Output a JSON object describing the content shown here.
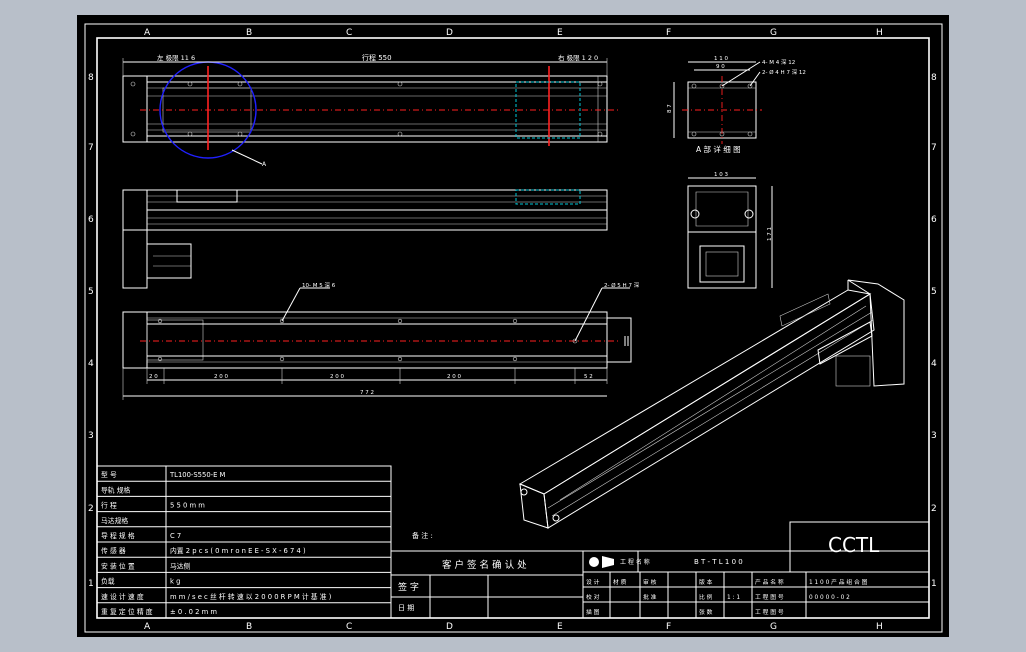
{
  "border": {
    "columns": [
      "A",
      "B",
      "C",
      "D",
      "E",
      "F",
      "G",
      "H"
    ],
    "rows": [
      "8",
      "7",
      "6",
      "5",
      "4",
      "3",
      "2",
      "1"
    ]
  },
  "top_view": {
    "left_limit": "左 极限 11 6",
    "stroke": "行程 550",
    "right_limit": "右 极限 1 2 0",
    "detail_tag": "A"
  },
  "bottom_view": {
    "hole_note_left": "10- M 5 深 6",
    "hole_note_right": "2- Ø 5 H 7 深",
    "dims": [
      "2 0",
      "2 0 0",
      "2 0 0",
      "2 0 0",
      "5 2"
    ],
    "overall": "7 7 2"
  },
  "detail_a": {
    "caption": "A 部 详 细 图",
    "dim_top_outer": "1 1 0",
    "dim_top_inner": "9 0",
    "dim_side": "8 7",
    "note_1": "4- M 4 深 12",
    "note_2": "2- Ø 4 H 7 深 12"
  },
  "end_view": {
    "dim_top": "1 0 3",
    "dim_side": "1 7 1"
  },
  "notes_label": "备 注 :",
  "spec_table": {
    "rows": [
      {
        "label": "型 号",
        "value": "TL100-S550-E M"
      },
      {
        "label": "导轨 规格",
        "value": ""
      },
      {
        "label": "行 程",
        "value": "5 5 0 m m"
      },
      {
        "label": "马达规格",
        "value": ""
      },
      {
        "label": "导 程 规 格",
        "value": "C 7"
      },
      {
        "label": "传 感 器",
        "value": "内置 2 p c s ( 0 m r o n E E - S X - 6 7 4 )"
      },
      {
        "label": "安 装 位 置",
        "value": "马达侧"
      },
      {
        "label": "负载",
        "value": "k g"
      },
      {
        "label": "速 设 计 速 度",
        "value": "m m / s e c  丝 杆 转 速 以 2 0 0 0 R P M 计 基 准 )"
      },
      {
        "label": "重 复 定 位 精 度",
        "value": "± 0 . 0 2 m m"
      }
    ]
  },
  "confirm_block": {
    "title": "客 户 签 名 确 认 处",
    "sign_label": "签 字",
    "date_label": "日 期"
  },
  "title_block": {
    "project_label": "工 程 名 称",
    "project_value": "B T - T L 1 0 0",
    "company": "CCTL",
    "rows": [
      {
        "c1": "设 计",
        "c2": "材 质",
        "c3": "审 核",
        "c4": "",
        "c5": "版 本",
        "c6": "",
        "c7": "产 品 名 称",
        "c8": "1 1 0 0 产 品 组 合 图"
      },
      {
        "c1": "校 对",
        "c2": "",
        "c3": "批 准",
        "c4": "",
        "c5": "比 例",
        "c6": "1 : 1",
        "c7": "工 程 图 号",
        "c8": "0 0 0 0 0 - 0 2"
      },
      {
        "c1": "描 图",
        "c2": "",
        "c3": "",
        "c4": "",
        "c5": "张 数",
        "c6": "",
        "c7": "工 程 图 号",
        "c8": ""
      }
    ]
  },
  "colors": {
    "background": "#b8bfc9",
    "sheet": "#000000",
    "lines": "#ffffff",
    "center_line": "#ff2020",
    "hidden": "#00c8d8",
    "detail_circle": "#2020ff"
  }
}
